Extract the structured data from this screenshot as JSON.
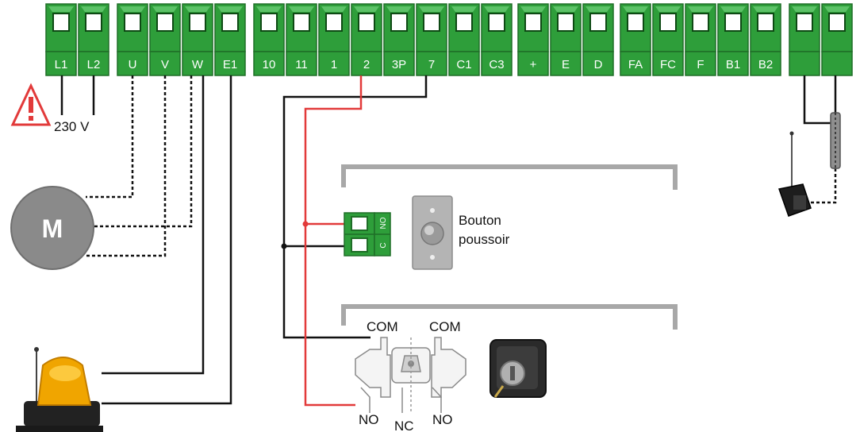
{
  "terminal_groups": [
    {
      "id": "power",
      "labels": [
        "L1",
        "L2"
      ]
    },
    {
      "id": "motor",
      "labels": [
        "U",
        "V",
        "W",
        "E1"
      ]
    },
    {
      "id": "commands",
      "labels": [
        "10",
        "11",
        "1",
        "2",
        "3P",
        "7",
        "C1",
        "C3"
      ]
    },
    {
      "id": "encoder",
      "labels": [
        "+",
        "E",
        "D"
      ]
    },
    {
      "id": "limits",
      "labels": [
        "FA",
        "FC",
        "F",
        "B1",
        "B2"
      ]
    },
    {
      "id": "antenna",
      "labels": [
        "",
        ""
      ]
    }
  ],
  "supply": {
    "voltage_label": "230 V",
    "warning_icon": "warning-triangle-icon"
  },
  "motor": {
    "letter": "M"
  },
  "push_button": {
    "label_line1": "Bouton",
    "label_line2": "poussoir",
    "contact_no": "NO",
    "contact_c": "C"
  },
  "key_switch": {
    "com_left": "COM",
    "com_right": "COM",
    "no_left": "NO",
    "nc": "NC",
    "no_right": "NO"
  },
  "colors": {
    "terminal_green": "#2e9e3a",
    "terminal_dark": "#1f6e27",
    "wire_black": "#111111",
    "wire_red": "#e23a3a",
    "motor_gray": "#8a8a8a",
    "bracket_gray": "#a8a8a8",
    "lamp_amber": "#f0a500"
  }
}
